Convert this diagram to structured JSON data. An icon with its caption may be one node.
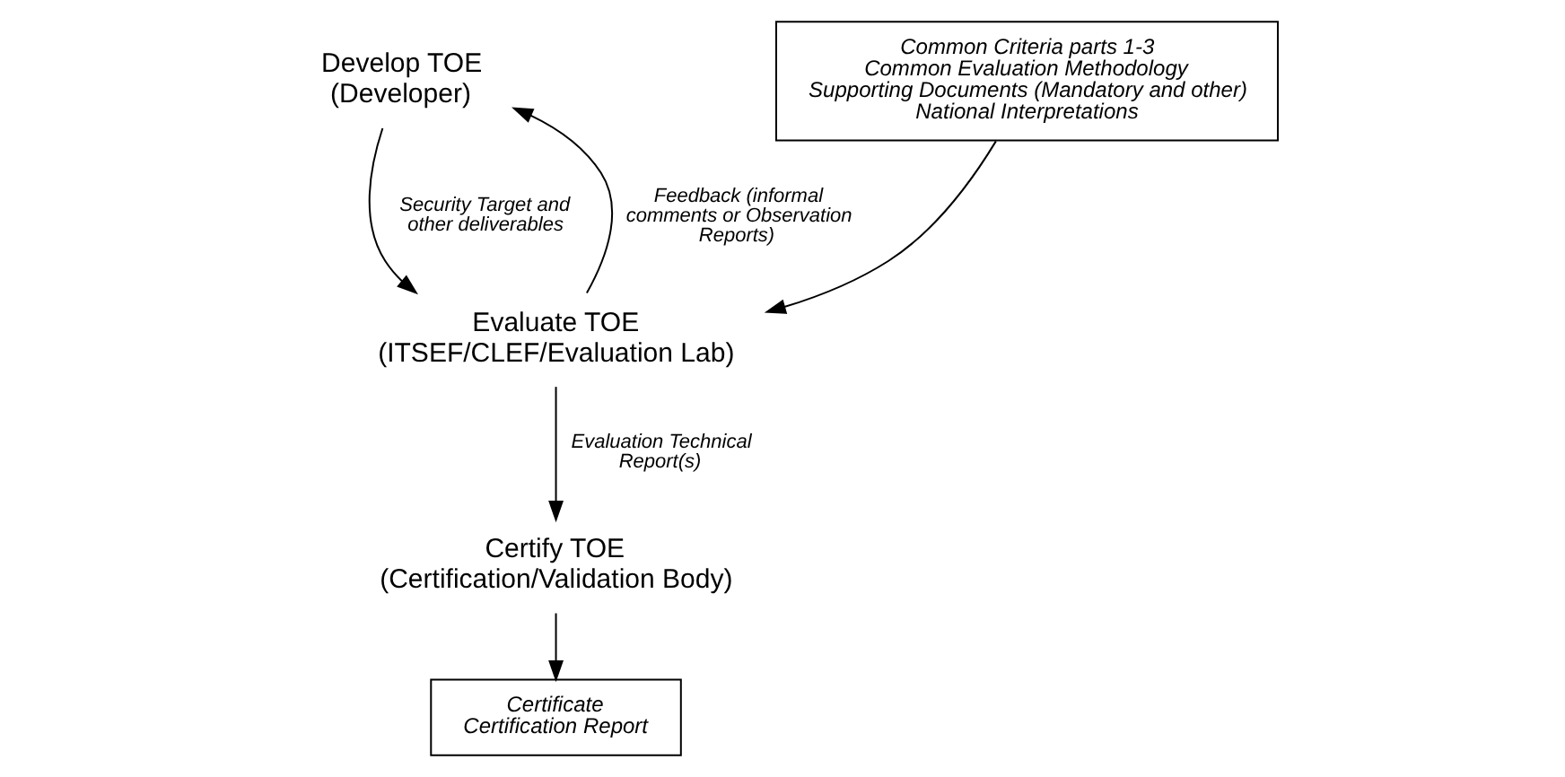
{
  "diagram": {
    "nodes": [
      {
        "text": [
          "Develop TOE",
          "(Developer)"
        ]
      },
      {
        "text": [
          "Evaluate TOE",
          "(ITSEF/CLEF/Evaluation Lab)"
        ]
      },
      {
        "text": [
          "Common Criteria parts 1-3",
          "Common Evaluation Methodology",
          "Supporting Documents (Mandatory and other)",
          "National Interpretations"
        ]
      },
      {
        "text": [
          "Certify TOE",
          "(Certification/Validation Body)"
        ]
      },
      {
        "text": [
          "Certificate",
          "Certification Report"
        ]
      }
    ],
    "edges": [
      {
        "from": 0,
        "to": 1,
        "arrow": "to",
        "label": "Security Target and other deliverables"
      },
      {
        "from": 1,
        "to": 0,
        "arrow": "to",
        "label": "Feedback (informal comments or Observation Reports)"
      },
      {
        "from": 2,
        "to": 1,
        "arrow": "to"
      },
      {
        "from": 1,
        "to": 3,
        "arrow": "to",
        "label": "Evaluation Technical Report(s)"
      },
      {
        "from": 3,
        "to": 4,
        "arrow": "to"
      }
    ]
  }
}
